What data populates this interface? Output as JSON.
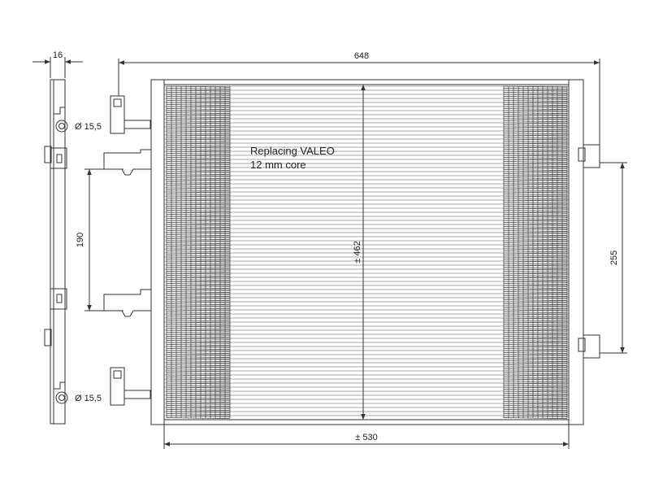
{
  "diagram": {
    "note_line1": "Replacing VALEO",
    "note_line2": "12 mm core",
    "dim_width_overall": "648",
    "dim_width_core": "± 530",
    "dim_height_core": "± 462",
    "dim_thickness": "16",
    "dim_mount_spacing_left": "190",
    "dim_port_spacing_right": "255",
    "dim_port_diameter_top": "Ø 15,5",
    "dim_port_diameter_bottom": "Ø 15,5",
    "line_color": "#333333"
  }
}
